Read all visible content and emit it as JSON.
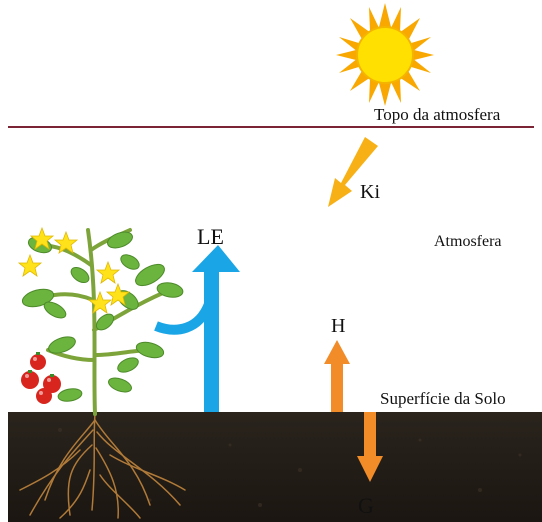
{
  "labels": {
    "top_of_atmosphere": "Topo da atmosfera",
    "incoming_radiation": "Ki",
    "atmosphere": "Atmosfera",
    "latent_heat": "LE",
    "sensible_heat": "H",
    "surface": "Superfície da Solo",
    "ground_heat": "G"
  },
  "icons": {
    "sun": "sun-icon",
    "plant": "tomato-plant-icon"
  },
  "colors": {
    "sun": "#ffe000",
    "sun_rays": "#f8a800",
    "atmosphere_line": "#7a2436",
    "ki_arrow": "#f7b117",
    "le_arrow": "#1aa6e6",
    "h_arrow": "#f28c28",
    "g_arrow": "#f28c28",
    "soil": "#221c16"
  }
}
